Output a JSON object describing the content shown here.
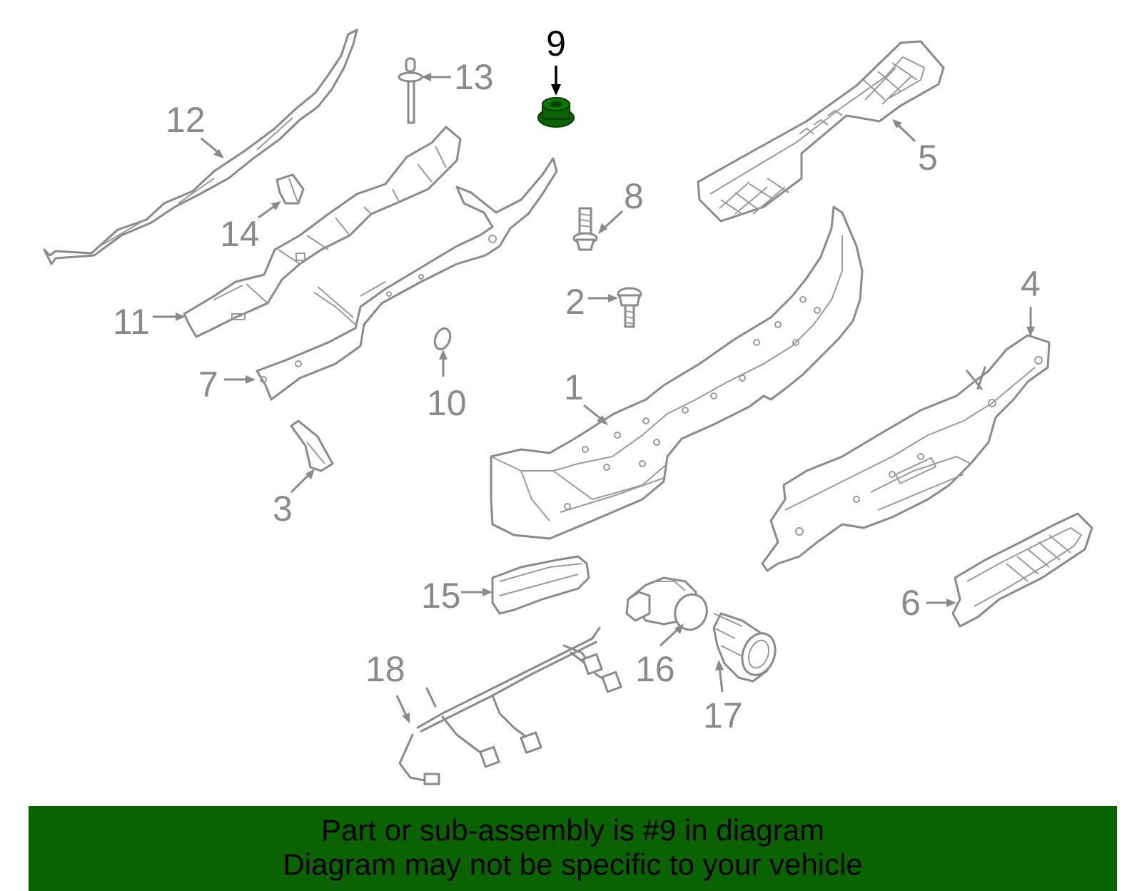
{
  "callouts": {
    "c1": "1",
    "c2": "2",
    "c3": "3",
    "c4": "4",
    "c5": "5",
    "c6": "6",
    "c7": "7",
    "c8": "8",
    "c9": "9",
    "c10": "10",
    "c11": "11",
    "c12": "12",
    "c13": "13",
    "c14": "14",
    "c15": "15",
    "c16": "16",
    "c17": "17",
    "c18": "18"
  },
  "highlight": {
    "part_number": "9",
    "color": "#0a6300"
  },
  "banner": {
    "line1": "Part or sub-assembly is #9 in diagram",
    "line2": "Diagram may not be specific to your vehicle",
    "background": "#0a6300"
  }
}
